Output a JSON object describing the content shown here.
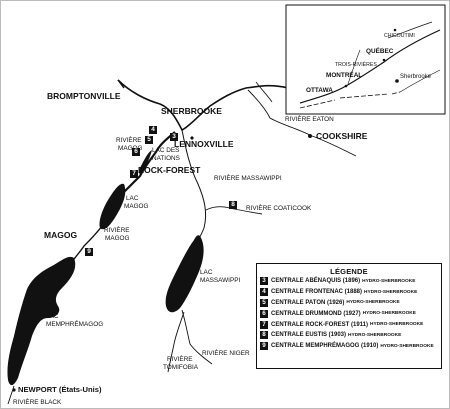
{
  "cities": {
    "bromptonville": "BROMPTONVILLE",
    "sherbrooke": "SHERBROOKE",
    "lennoxville": "LENNOXVILLE",
    "cookshire": "COOKSHIRE",
    "rock_forest": "ROCK-FOREST",
    "magog": "MAGOG",
    "newport": "NEWPORT (États-Unis)"
  },
  "rivers": {
    "eaton": "RIVIÈRE EATON",
    "magog_top_1": "RIVIÈRE",
    "magog_top_2": "MAGOG",
    "massawippi": "RIVIÈRE MASSAWIPPI",
    "coaticook": "RIVIÈRE COATICOOK",
    "magog_bottom_1": "RIVIÈRE",
    "magog_bottom_2": "MAGOG",
    "niger": "RIVIÈRE NIGER",
    "tomifobia_1": "RIVIÈRE",
    "tomifobia_2": "TOMIFOBIA",
    "black": "RIVIÈRE BLACK"
  },
  "lakes": {
    "nations_1": "LAC DES",
    "nations_2": "NATIONS",
    "magog_1": "LAC",
    "magog_2": "MAGOG",
    "massawippi_1": "LAC",
    "massawippi_2": "MASSAWIPPI",
    "memphremagog_1": "LAC",
    "memphremagog_2": "MEMPHRÉMAGOG"
  },
  "markers": {
    "m3": "3",
    "m4": "4",
    "m5": "5",
    "m6": "6",
    "m7": "7",
    "m8": "8",
    "m9": "9"
  },
  "inset": {
    "chicoutimi": "CHICOUTIMI",
    "quebec": "QUÉBEC",
    "trois_rivieres": "TROIS-RIVIÈRES",
    "montreal": "MONTRÉAL",
    "ottawa": "OTTAWA",
    "sherbrooke": "Sherbrooke"
  },
  "legend": {
    "title": "LÉGENDE",
    "items": [
      {
        "num": "3",
        "name": "CENTRALE ABÉNAQUIS (1896)",
        "owner": "HYDRO-SHERBROOKE"
      },
      {
        "num": "4",
        "name": "CENTRALE FRONTENAC (1888)",
        "owner": "HYDRO-SHERBROOKE"
      },
      {
        "num": "5",
        "name": "CENTRALE PATON (1926)",
        "owner": "HYDRO-SHERBROOKE"
      },
      {
        "num": "6",
        "name": "CENTRALE DRUMMOND (1927)",
        "owner": "HYDRO-SHERBROOKE"
      },
      {
        "num": "7",
        "name": "CENTRALE ROCK-FOREST (1911)",
        "owner": "HYDRO-SHERBROOKE"
      },
      {
        "num": "8",
        "name": "CENTRALE EUSTIS (1903)",
        "owner": "HYDRO-SHERBROOKE"
      },
      {
        "num": "9",
        "name": "CENTRALE MEMPHRÉMAGOG (1910)",
        "owner": "HYDRO-SHERBROOKE"
      }
    ]
  }
}
